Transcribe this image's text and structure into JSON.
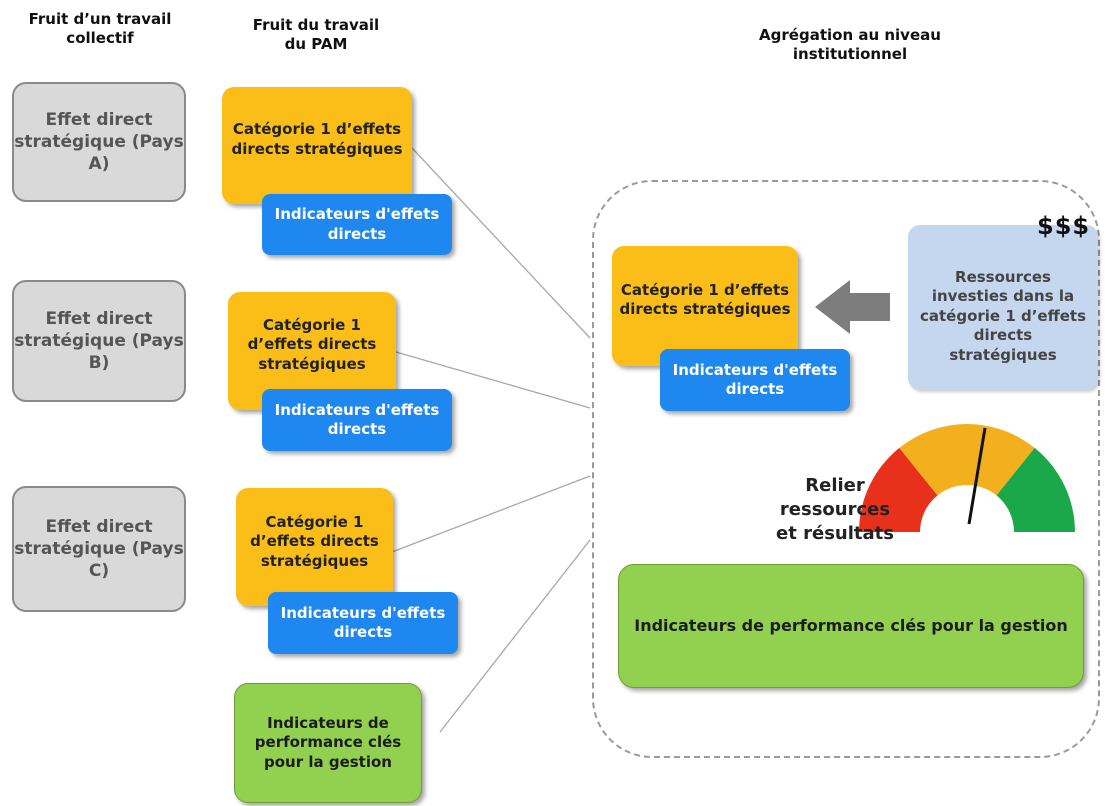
{
  "headers": {
    "collective": "Fruit d’un travail collectif",
    "pam": "Fruit du travail du PAM",
    "aggregation": "Agrégation au niveau institutionnel"
  },
  "countries": [
    {
      "label": "Effet direct stratégique (Pays A)",
      "category": "Catégorie 1 d’effets directs stratégiques",
      "indicators": "Indicateurs d'effets directs"
    },
    {
      "label": "Effet direct stratégique (Pays B)",
      "category": "Catégorie 1 d’effets directs stratégiques",
      "indicators": "Indicateurs d'effets directs"
    },
    {
      "label": "Effet direct stratégique (Pays C)",
      "category": "Catégorie 1 d’effets directs stratégiques",
      "indicators": "Indicateurs d'effets directs"
    }
  ],
  "kpi_left": "Indicateurs de performance clés pour la gestion",
  "aggregate": {
    "category": "Catégorie 1 d’effets directs stratégiques",
    "indicators": "Indicateurs d'effets directs",
    "resources": "Ressources investies dans la catégorie 1 d’effets directs stratégiques",
    "money": "$$$",
    "link_text": "Relier ressources et résultats",
    "kpi": "Indicateurs de performance clés pour la gestion"
  },
  "colors": {
    "orange": "#fbbd18",
    "blue": "#1e88f0",
    "green": "#92d050",
    "grey": "#d9d9d9",
    "light_blue": "#c5d7ee",
    "gauge_red": "#e8311a",
    "gauge_yellow": "#f2b01e",
    "gauge_green": "#1aa84b"
  }
}
